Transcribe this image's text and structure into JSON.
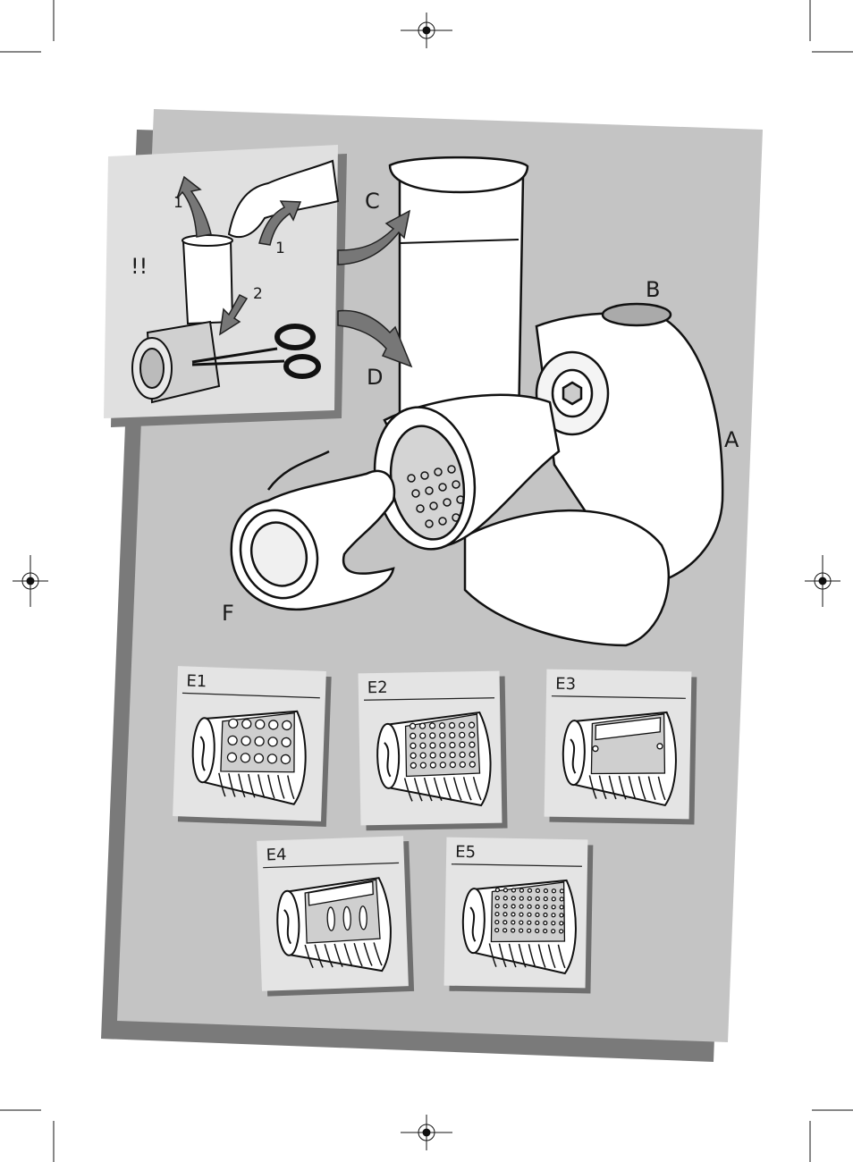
{
  "inset": {
    "warning": "!!",
    "step1_a": "1",
    "step1_b": "1",
    "step2": "2"
  },
  "parts": {
    "A": "A",
    "B": "B",
    "C": "C",
    "D": "D",
    "F": "F"
  },
  "cones": [
    {
      "label": "E1",
      "pattern": "large-holes"
    },
    {
      "label": "E2",
      "pattern": "medium-holes"
    },
    {
      "label": "E3",
      "pattern": "slicer-blade"
    },
    {
      "label": "E4",
      "pattern": "slotted-blade"
    },
    {
      "label": "E5",
      "pattern": "fine-holes"
    }
  ]
}
